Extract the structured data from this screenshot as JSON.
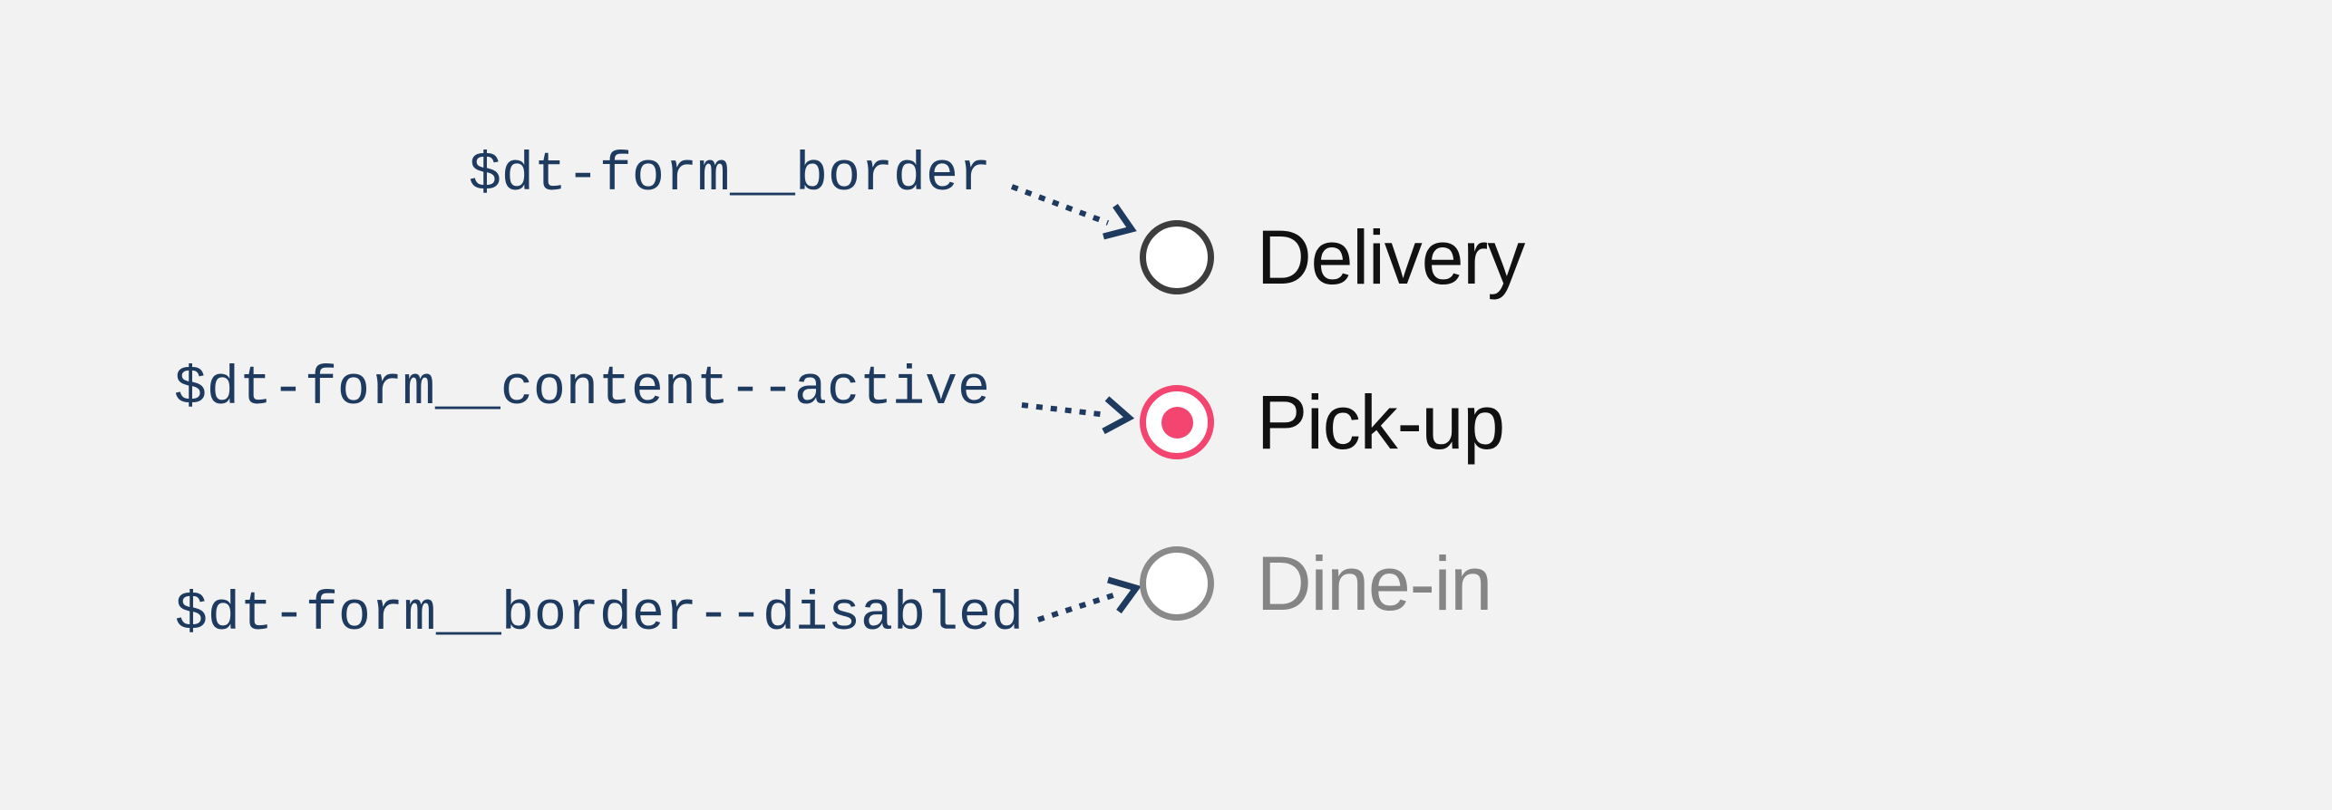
{
  "colors": {
    "page_bg": "#f2f2f3",
    "token_text": "#1e3a5f",
    "arrow": "#1e3a5f",
    "radio_border_default": "#3d3d3d",
    "radio_border_disabled": "#8a8a8a",
    "radio_active": "#f3456f",
    "radio_fill": "#ffffff",
    "option_text": "#111111",
    "option_text_disabled": "#858585"
  },
  "annotations": {
    "rows": [
      {
        "token": "$dt-form__border",
        "option": "Delivery",
        "state": "default"
      },
      {
        "token": "$dt-form__content--active",
        "option": "Pick-up",
        "state": "active"
      },
      {
        "token": "$dt-form__border--disabled",
        "option": "Dine-in",
        "state": "disabled"
      }
    ]
  }
}
